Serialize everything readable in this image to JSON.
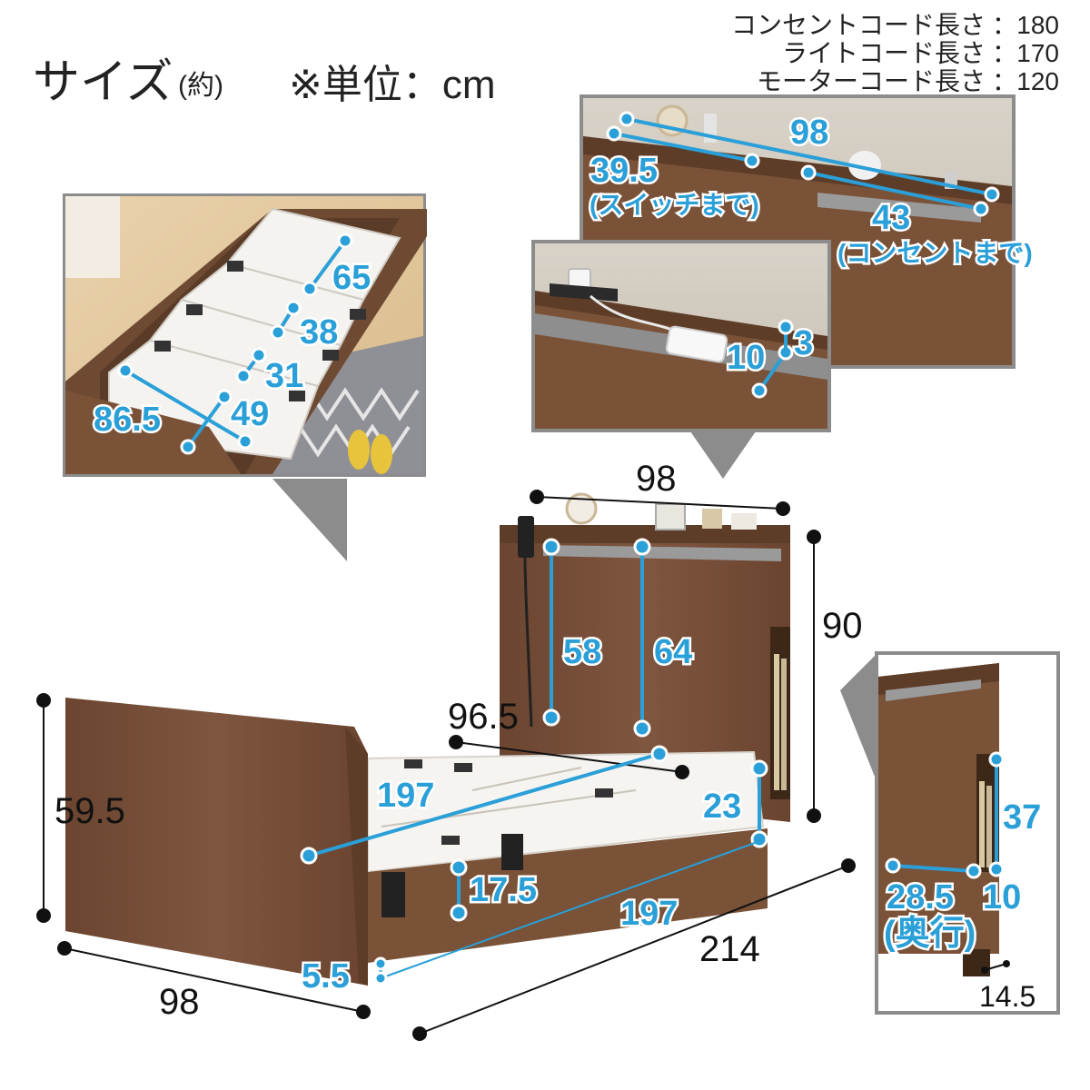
{
  "header": {
    "title": "サイズ",
    "approx": "(約)",
    "unit_note": "※単位：cm"
  },
  "cords": [
    {
      "label": "コンセントコード長さ",
      "value": "180"
    },
    {
      "label": "ライトコード長さ",
      "value": "170"
    },
    {
      "label": "モーターコード長さ",
      "value": "120"
    }
  ],
  "cord_separator": "：",
  "headboard_top_inset": {
    "width": "98",
    "switch_dist": "39.5",
    "switch_note": "(スイッチまで)",
    "outlet_dist": "43",
    "outlet_note": "(コンセントまで)"
  },
  "shelf_inset": {
    "depth": "10",
    "height": "3"
  },
  "slats_inset": {
    "panels": [
      "65",
      "38",
      "31",
      "49"
    ],
    "width": "86.5"
  },
  "side_inset": {
    "shelf_height": "37",
    "depth": "28.5",
    "depth_note": "(奥行)",
    "shelf_depth": "10",
    "leg": "14.5"
  },
  "main": {
    "head_width": "98",
    "head_height": "90",
    "head_panel_1": "58",
    "head_panel_2": "64",
    "inner_width": "96.5",
    "inner_length": "197",
    "side_rail": "23",
    "frame_length": "197",
    "total_length": "214",
    "foot_height": "59.5",
    "foot_width": "98",
    "mattress_drop": "17.5",
    "floor_clearance": "5.5"
  },
  "colors": {
    "wood": "#7a5238",
    "wood_dark": "#5e3d28",
    "dimension_blue": "#2a9fd8",
    "frame_gray": "#8c8c8c"
  }
}
